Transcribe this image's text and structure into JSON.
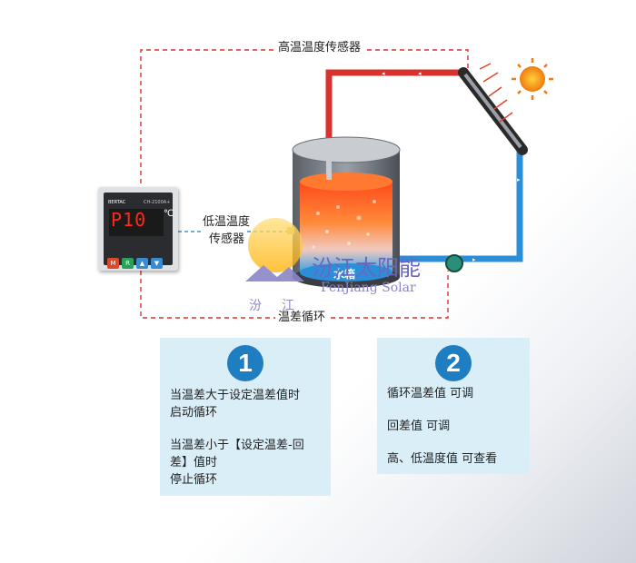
{
  "diagram": {
    "labels": {
      "high_temp_sensor": "高温温度传感器",
      "low_temp_sensor_line1": "低温温度",
      "low_temp_sensor_line2": "传感器",
      "temp_diff_cycle": "温差循环",
      "tank": "水箱"
    },
    "controller": {
      "brand": "BERTAC",
      "model": "CH-2100A+",
      "display": "P10",
      "unit": "℃",
      "buttons": [
        "M",
        "R",
        "",
        ""
      ]
    },
    "watermark": {
      "chinese": "汾江太阳能",
      "english": "FenJiang Solar",
      "chars": [
        "汾",
        "江"
      ]
    },
    "colors": {
      "hot_pipe": "#d8322f",
      "cold_pipe": "#2a8fd8",
      "sensor_line": "#d8322f",
      "accent_blue": "#1f7dc2",
      "panel_bg": "#daeef8"
    }
  },
  "panels": [
    {
      "number": "1",
      "lines": [
        "当温差大于设定温差值时",
        "启动循环",
        "",
        "当温差小于【设定温差-回",
        "差】值时",
        "停止循环"
      ]
    },
    {
      "number": "2",
      "lines": [
        "循环温差值   可调",
        "",
        "回差值   可调",
        "",
        "高、低温度值   可查看"
      ]
    }
  ]
}
